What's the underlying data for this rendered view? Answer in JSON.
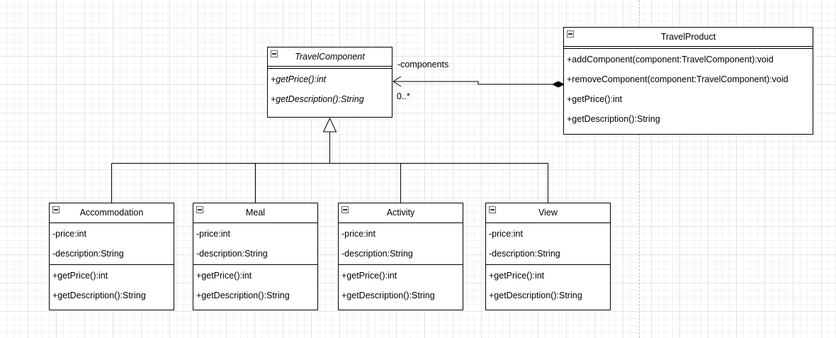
{
  "diagram": {
    "travel_component": {
      "name": "TravelComponent",
      "attributes": [],
      "methods": [
        "+getPrice():int",
        "+getDescription():String"
      ]
    },
    "travel_product": {
      "name": "TravelProduct",
      "attributes": [],
      "methods": [
        "+addComponent(component:TravelComponent):void",
        "+removeComponent(component:TravelComponent):void",
        "+getPrice():int",
        "+getDescription():String"
      ]
    },
    "accommodation": {
      "name": "Accommodation",
      "attributes": [
        "-price:int",
        "-description:String"
      ],
      "methods": [
        "+getPrice():int",
        "+getDescription():String"
      ]
    },
    "meal": {
      "name": "Meal",
      "attributes": [
        "-price:int",
        "-description:String"
      ],
      "methods": [
        "+getPrice():int",
        "+getDescription():String"
      ]
    },
    "activity": {
      "name": "Activity",
      "attributes": [
        "-price:int",
        "-description:String"
      ],
      "methods": [
        "+getPrice():int",
        "+getDescription():String"
      ]
    },
    "view": {
      "name": "View",
      "attributes": [
        "-price:int",
        "-description:String"
      ],
      "methods": [
        "+getPrice():int",
        "+getDescription():String"
      ]
    },
    "association": {
      "role": "-components",
      "multiplicity": "0..*"
    }
  }
}
